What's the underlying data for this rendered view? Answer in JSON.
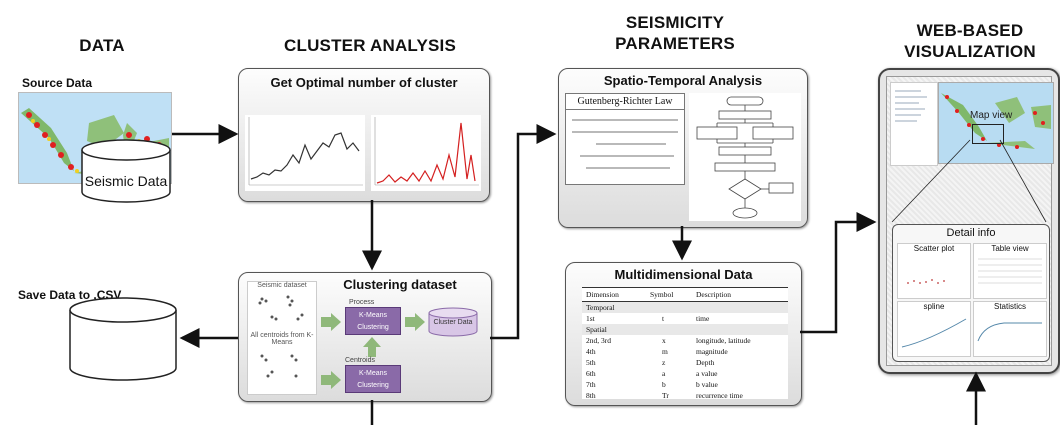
{
  "columns": {
    "data": "DATA",
    "cluster": "CLUSTER ANALYSIS",
    "seismicity_line1": "SEISMICITY",
    "seismicity_line2": "PARAMETERS",
    "web_line1": "WEB-BASED",
    "web_line2": "VISUALIZATION"
  },
  "data_col": {
    "source_label": "Source Data",
    "db_label": "Seismic Data",
    "save_label": "Save Data to .CSV"
  },
  "cluster_col": {
    "optimal_title": "Get Optimal number of cluster",
    "clustering_title": "Clustering dataset",
    "inner_left_top": "Seismic dataset",
    "inner_left_mid": "All centroids from K-Means",
    "inner_process": "Process",
    "inner_kmeans": "K-Means Clustering",
    "inner_cluster_data": "Cluster Data",
    "inner_centroids": "Centroids"
  },
  "seis_col": {
    "spatio_title": "Spatio-Temporal Analysis",
    "gr_law": "Gutenberg-Richter Law",
    "multi_title": "Multidimensional Data",
    "table": {
      "headers": [
        "Dimension",
        "Symbol",
        "Description"
      ],
      "groups": [
        {
          "name": "Temporal",
          "rows": [
            [
              "1st",
              "t",
              "time"
            ]
          ]
        },
        {
          "name": "Spatial",
          "rows": [
            [
              "2nd, 3rd",
              "x",
              "longitude, latitude"
            ],
            [
              "4th",
              "m",
              "magnitude"
            ],
            [
              "5th",
              "z",
              "Depth"
            ],
            [
              "6th",
              "a",
              "a value"
            ],
            [
              "7th",
              "b",
              "b value"
            ],
            [
              "8th",
              "Tr",
              "recurrence time"
            ]
          ]
        }
      ]
    }
  },
  "web_col": {
    "map_view": "Map view",
    "detail_info": "Detail info",
    "scatter": "Scatter plot",
    "table_view": "Table view",
    "spline": "spline",
    "statistics": "Statistics"
  },
  "colors": {
    "red_series": "#d42020",
    "dark_series": "#333333",
    "kmeans_box": "#8a6aa8",
    "green_arrow": "#8fb87a"
  }
}
